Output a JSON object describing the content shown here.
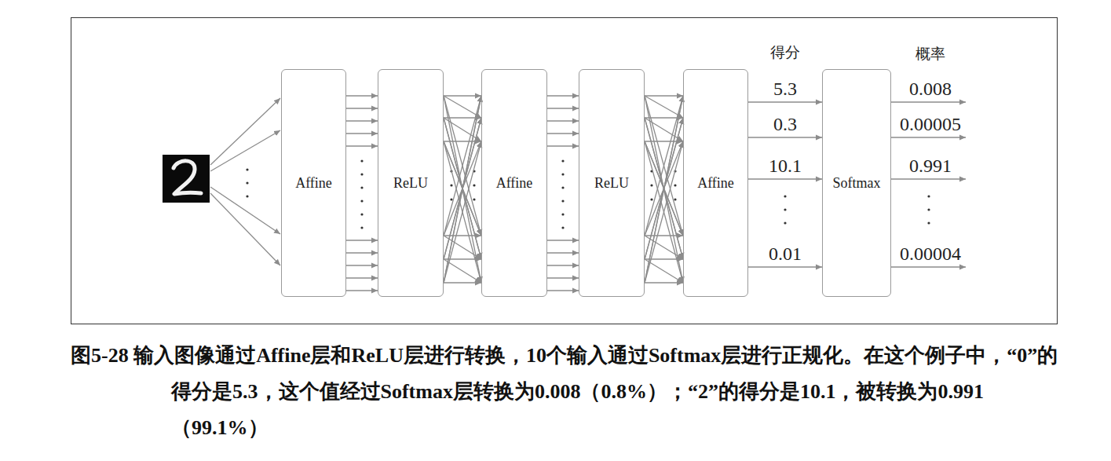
{
  "diagram": {
    "caption": "图5-28 输入图像通过Affine层和ReLU层进行转换，10个输入通过Softmax层进行正规化。在这个例子中，“0”的得分是5.3，这个值经过Softmax层转换为0.008（0.8%）；“2”的得分是10.1，被转换为0.991（99.1%）",
    "nodes": [
      {
        "text": [
          "Affine"
        ]
      },
      {
        "text": [
          "ReLU"
        ]
      },
      {
        "text": [
          "Affine"
        ]
      },
      {
        "text": [
          "ReLU"
        ]
      },
      {
        "text": [
          "Affine"
        ]
      },
      {
        "text": [
          "Softmax"
        ]
      }
    ],
    "edges": [
      {
        "from": 0,
        "to": 1,
        "arrow": "to"
      },
      {
        "from": 1,
        "to": 2,
        "arrow": "to"
      },
      {
        "from": 2,
        "to": 3,
        "arrow": "to"
      },
      {
        "from": 3,
        "to": 4,
        "arrow": "to"
      },
      {
        "from": 4,
        "to": 5,
        "arrow": "to"
      }
    ],
    "labels": [
      "得分",
      "概率",
      "5.3",
      "0.3",
      "10.1",
      "0.01",
      "0.008",
      "0.00005",
      "0.991",
      "0.00004"
    ]
  }
}
